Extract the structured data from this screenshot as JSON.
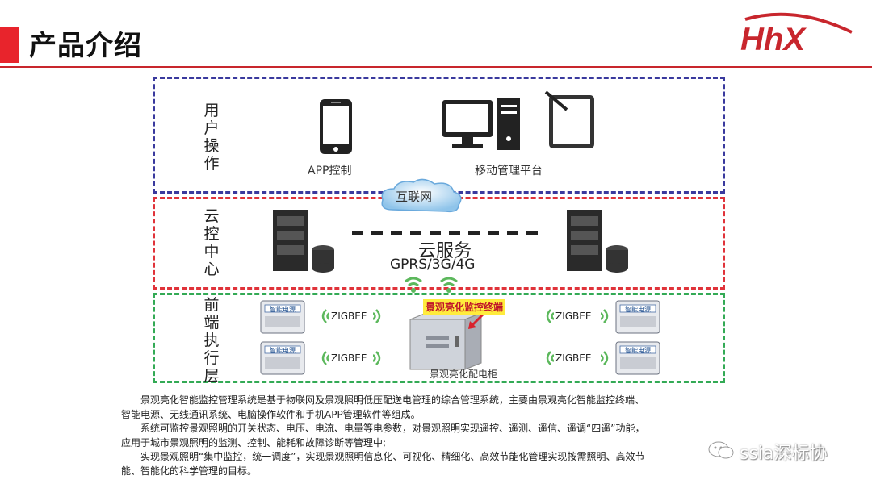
{
  "header": {
    "title": "产品介绍",
    "logo_text": "HhX",
    "accent": "#e8242c"
  },
  "layers": {
    "user": {
      "label": "用户操作",
      "items": {
        "app": "APP控制",
        "platform": "移动管理平台"
      }
    },
    "cloud": {
      "label": "云控中心",
      "network": "互联网",
      "service": "云服务",
      "protocols": "GPRS/3G/4G"
    },
    "front": {
      "label": "前端执行层",
      "terminal": "景观亮化监控终端",
      "cabinet": "景观亮化配电柜",
      "link": "ZIGBEE",
      "power_unit": "智能电源"
    }
  },
  "colors": {
    "user_border": "#3a3a9e",
    "cloud_border": "#e0333a",
    "front_border": "#33aa55"
  },
  "description": [
    "景观亮化智能监控管理系统是基于物联网及景观照明低压配送电管理的综合管理系统，主要由景观亮化智能监控终端、",
    "智能电源、无线通讯系统、电脑操作软件和手机APP管理软件等组成。",
    "系统可监控景观照明的开关状态、电压、电流、电量等电参数，对景观照明实现遥控、遥测、遥信、遥调“四遥”功能，",
    "应用于城市景观照明的监测、控制、能耗和故障诊断等管理中;",
    "实现景观照明“集中监控，统一调度”，实现景观照明信息化、可视化、精细化、高效节能化管理实现按需照明、高效节",
    "能、智能化的科学管理的目标。"
  ],
  "watermark": "ssia深标协"
}
